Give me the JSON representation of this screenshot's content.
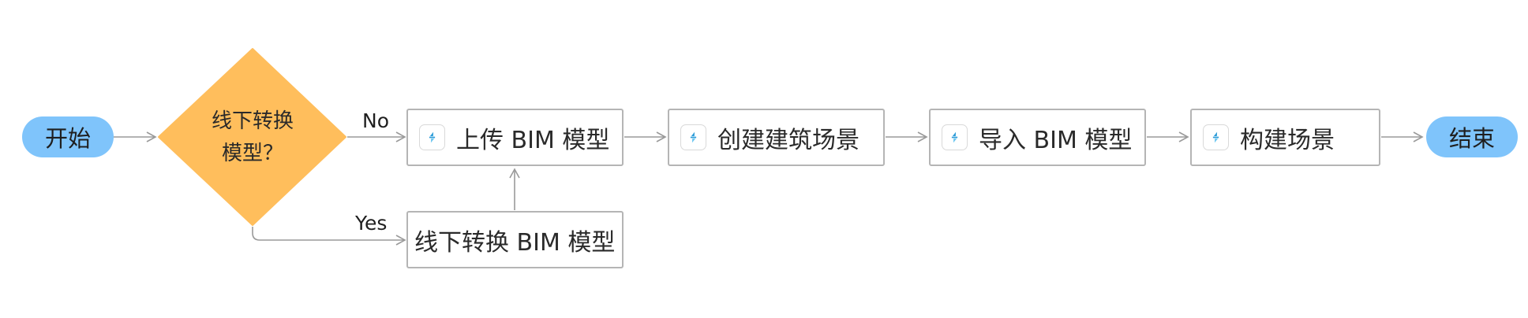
{
  "flow": {
    "start": "开始",
    "end": "结束",
    "decision": {
      "line1": "线下转换",
      "line2": "模型？"
    },
    "branch_no": "No",
    "branch_yes": "Yes",
    "steps": {
      "upload": "上传 BIM 模型",
      "offline_convert": "线下转换 BIM 模型",
      "create_scene": "创建建筑场景",
      "import_model": "导入 BIM 模型",
      "build_scene": "构建场景"
    }
  },
  "colors": {
    "terminal_fill": "#7fc4fb",
    "decision_fill": "#ffbe5c",
    "step_border": "#b5b5b5",
    "connector": "#9a9a9a",
    "icon_blue": "#2a9bd8",
    "icon_light_blue": "#6cc6f0"
  },
  "icons": {
    "step_icon": "app-logo-icon"
  }
}
